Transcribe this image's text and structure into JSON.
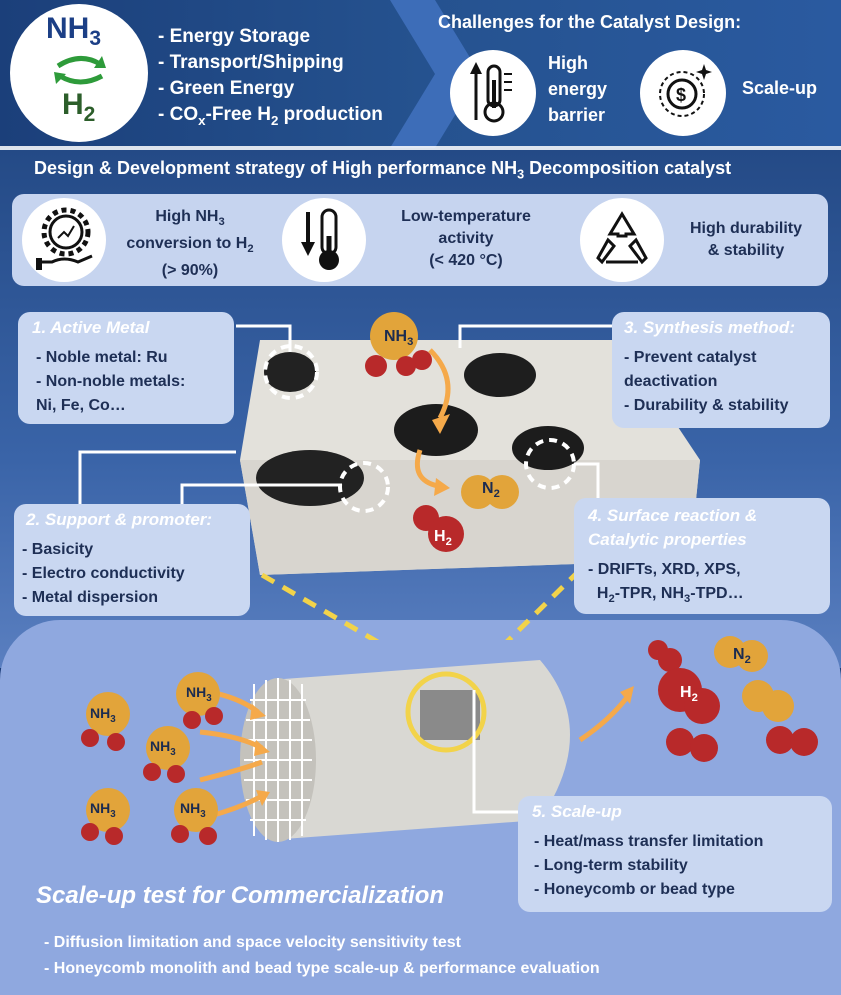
{
  "header": {
    "nh3": "NH",
    "nh3_sub": "3",
    "h2": "H",
    "h2_sub": "2",
    "uses": [
      "- Energy Storage",
      "- Transport/Shipping",
      "- Green Energy"
    ],
    "use_cox_pre": "- CO",
    "use_cox_sub": "x",
    "use_cox_mid": "-Free H",
    "use_cox_sub2": "2",
    "use_cox_post": " production",
    "challenges_title": "Challenges for the Catalyst Design:",
    "challenge_1": [
      "High",
      "energy",
      "barrier"
    ],
    "challenge_2": "Scale-up"
  },
  "strategy": {
    "title_pre": "Design & Development strategy of High performance NH",
    "title_sub": "3",
    "title_post": " Decomposition catalyst",
    "goal_1_line1_pre": "High NH",
    "goal_1_line1_sub": "3",
    "goal_1_line2_pre": "conversion to H",
    "goal_1_line2_sub": "2",
    "goal_1_line3": "(> 90%)",
    "goal_2_line1": "Low-temperature",
    "goal_2_line2": "activity",
    "goal_2_line3": "(< 420 °C)",
    "goal_3_line1": "High durability",
    "goal_3_line2": "& stability"
  },
  "boxes": {
    "b1_head": "1. Active Metal",
    "b1_items": [
      "- Noble  metal: Ru",
      "- Non-noble metals:",
      "  Ni, Fe, Co…"
    ],
    "b2_head": "2. Support & promoter:",
    "b2_items": [
      "- Basicity",
      "- Electro conductivity",
      "- Metal dispersion"
    ],
    "b3_head": "3. Synthesis method:",
    "b3_items": [
      "- Prevent catalyst",
      "  deactivation",
      "- Durability & stability"
    ],
    "b4_head_1": "4. Surface reaction &",
    "b4_head_2": "Catalytic properties",
    "b4_item_1": "- DRIFTs, XRD, XPS,",
    "b4_item_2_a": "H",
    "b4_item_2_sub": "2",
    "b4_item_2_b": "-TPR, NH",
    "b4_item_2_sub2": "3",
    "b4_item_2_c": "-TPD…",
    "b5_head": "5. Scale-up",
    "b5_items": [
      "- Heat/mass transfer limitation",
      "- Long-term stability",
      "- Honeycomb or bead type"
    ]
  },
  "molecules": {
    "nh3": "NH",
    "sub3": "3",
    "n2": "N",
    "h2": "H",
    "sub2": "2"
  },
  "bottom": {
    "title": "Scale-up test for Commercialization",
    "items": [
      "- Diffusion limitation and space velocity sensitivity test",
      "- Honeycomb monolith and bead type scale-up & performance evaluation"
    ]
  },
  "colors": {
    "navy": "#1b3f7a",
    "box_light": "#c9d7f1",
    "nh3_yellow": "#e2a43a",
    "h_red": "#b8292a",
    "arrow_orange": "#f5a94a",
    "highlight_yellow": "#f2d34a",
    "green_arrow": "#2e9b3a"
  }
}
